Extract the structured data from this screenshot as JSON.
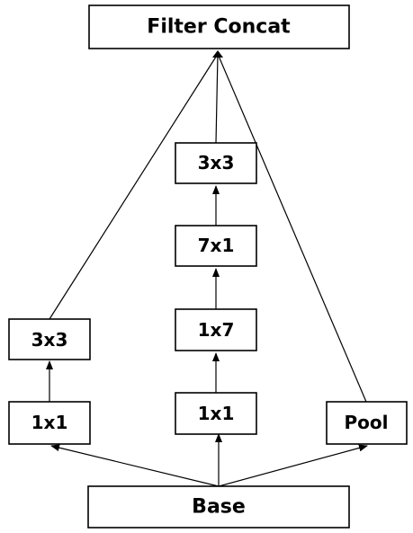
{
  "diagram": {
    "nodes": {
      "filter_concat": "Filter Concat",
      "base": "Base",
      "left_1x1": "1x1",
      "left_3x3": "3x3",
      "mid_1x1": "1x1",
      "mid_1x7": "1x7",
      "mid_7x1": "7x1",
      "mid_3x3": "3x3",
      "pool": "Pool"
    },
    "edges": [
      {
        "from": "base",
        "to": "left_1x1"
      },
      {
        "from": "base",
        "to": "mid_1x1"
      },
      {
        "from": "base",
        "to": "pool"
      },
      {
        "from": "left_1x1",
        "to": "left_3x3"
      },
      {
        "from": "mid_1x1",
        "to": "mid_1x7"
      },
      {
        "from": "mid_1x7",
        "to": "mid_7x1"
      },
      {
        "from": "mid_7x1",
        "to": "mid_3x3"
      },
      {
        "from": "left_3x3",
        "to": "filter_concat"
      },
      {
        "from": "mid_3x3",
        "to": "filter_concat"
      },
      {
        "from": "pool",
        "to": "filter_concat"
      }
    ]
  }
}
